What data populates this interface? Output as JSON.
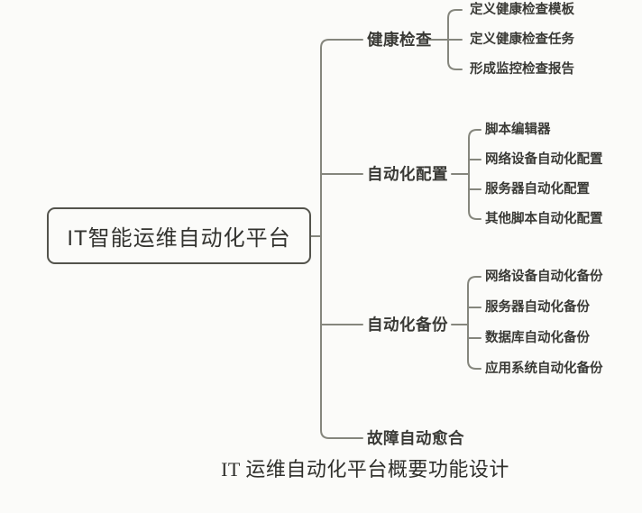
{
  "root": {
    "label": "IT智能运维自动化平台"
  },
  "branches": [
    {
      "label": "健康检查",
      "children": [
        "定义健康检查模板",
        "定义健康检查任务",
        "形成监控检查报告"
      ]
    },
    {
      "label": "自动化配置",
      "children": [
        "脚本编辑器",
        "网络设备自动化配置",
        "服务器自动化配置",
        "其他脚本自动化配置"
      ]
    },
    {
      "label": "自动化备份",
      "children": [
        "网络设备自动化备份",
        "服务器自动化备份",
        "数据库自动化备份",
        "应用系统自动化备份"
      ]
    },
    {
      "label": "故障自动愈合",
      "children": []
    }
  ],
  "caption": "IT 运维自动化平台概要功能设计",
  "colors": {
    "background": "#fbfbf9",
    "line": "#85867d",
    "text": "#3a3a36",
    "root_border": "#53534c"
  }
}
